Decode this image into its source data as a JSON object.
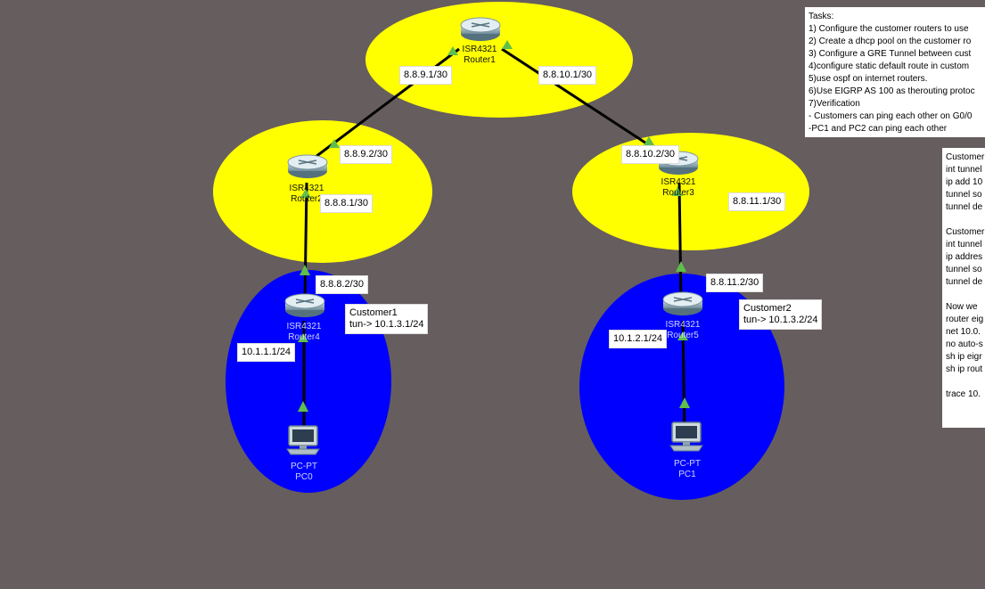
{
  "app": {
    "name": "Cisco Packet Tracer"
  },
  "colors": {
    "background": "#665d5e",
    "internet_zone": "#ffff00",
    "customer_zone": "#0000ff",
    "link": "#000000",
    "link_up": "#4caf50"
  },
  "devices": {
    "router1": {
      "model": "ISR4321",
      "name": "Router1",
      "icon": "router-icon"
    },
    "router2": {
      "model": "ISR4321",
      "name": "Router2",
      "icon": "router-icon"
    },
    "router3": {
      "model": "ISR4321",
      "name": "Router3",
      "icon": "router-icon"
    },
    "router4": {
      "model": "ISR4321",
      "name": "Router4",
      "icon": "router-icon"
    },
    "router5": {
      "model": "ISR4321",
      "name": "Router5",
      "icon": "router-icon"
    },
    "pc0": {
      "model": "PC-PT",
      "name": "PC0",
      "icon": "pc-icon"
    },
    "pc1": {
      "model": "PC-PT",
      "name": "PC1",
      "icon": "pc-icon"
    }
  },
  "labels": {
    "r1_r2_r1side": "8.8.9.1/30",
    "r1_r3_r1side": "8.8.10.1/30",
    "r1_r2_r2side": "8.8.9.2/30",
    "r1_r3_r3side": "8.8.10.2/30",
    "r2_r4_r2side": "8.8.8.1/30",
    "r3_r5_r3side": "8.8.11.1/30",
    "r2_r4_r4side": "8.8.8.2/30",
    "r3_r5_r5side": "8.8.11.2/30",
    "customer1": "Customer1\ntun-> 10.1.3.1/24",
    "customer2": "Customer2\ntun-> 10.1.3.2/24",
    "lan1": "10.1.1.1/24",
    "lan2": "10.1.2.1/24"
  },
  "tasks": {
    "lines": [
      "Tasks:",
      "1) Configure the customer routers to use",
      "2) Create a dhcp pool on the customer ro",
      "3) Configure a GRE Tunnel between cust",
      "4)configure static default route in custom",
      "5)use ospf  on internet routers.",
      "6)Use EIGRP AS 100 as therouting protoc",
      "7)Verification",
      "- Customers can ping each other on G0/0",
      "-PC1 and PC2 can ping each other"
    ]
  },
  "commands": {
    "lines": [
      "Customer",
      "int tunnel",
      "ip add 10",
      "tunnel so",
      "tunnel de",
      "",
      "Customer",
      "int tunnel",
      "ip addres",
      "tunnel so",
      "tunnel de",
      "",
      "Now we",
      "router eig",
      "net 10.0.",
      "no auto-s",
      "sh ip eigr",
      "sh ip rout",
      "",
      "trace 10."
    ]
  }
}
